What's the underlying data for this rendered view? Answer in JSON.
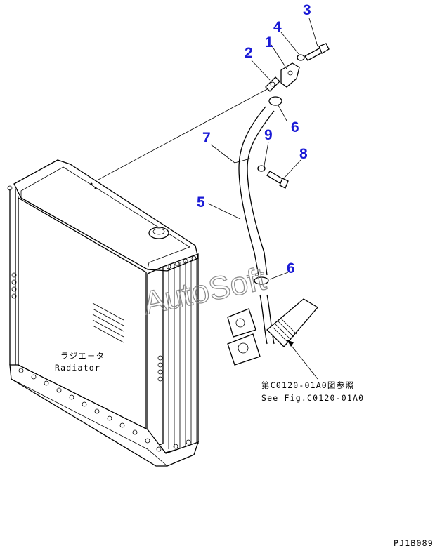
{
  "callouts": {
    "c1": "1",
    "c2": "2",
    "c3": "3",
    "c4": "4",
    "c5": "5",
    "c6a": "6",
    "c6b": "6",
    "c7": "7",
    "c8": "8",
    "c9": "9"
  },
  "labels": {
    "radiator_jp": "ラジエ－タ",
    "radiator_en": "Radiator",
    "ref_jp": "第C0120-01A0図参照",
    "ref_en": "See Fig.C0120-01A0",
    "drawing_code": "PJ1B089"
  },
  "watermark": "AutoSoft",
  "colors": {
    "callout": "#1a1ad6",
    "line": "#000000",
    "watermark": "#8a8a8a"
  }
}
